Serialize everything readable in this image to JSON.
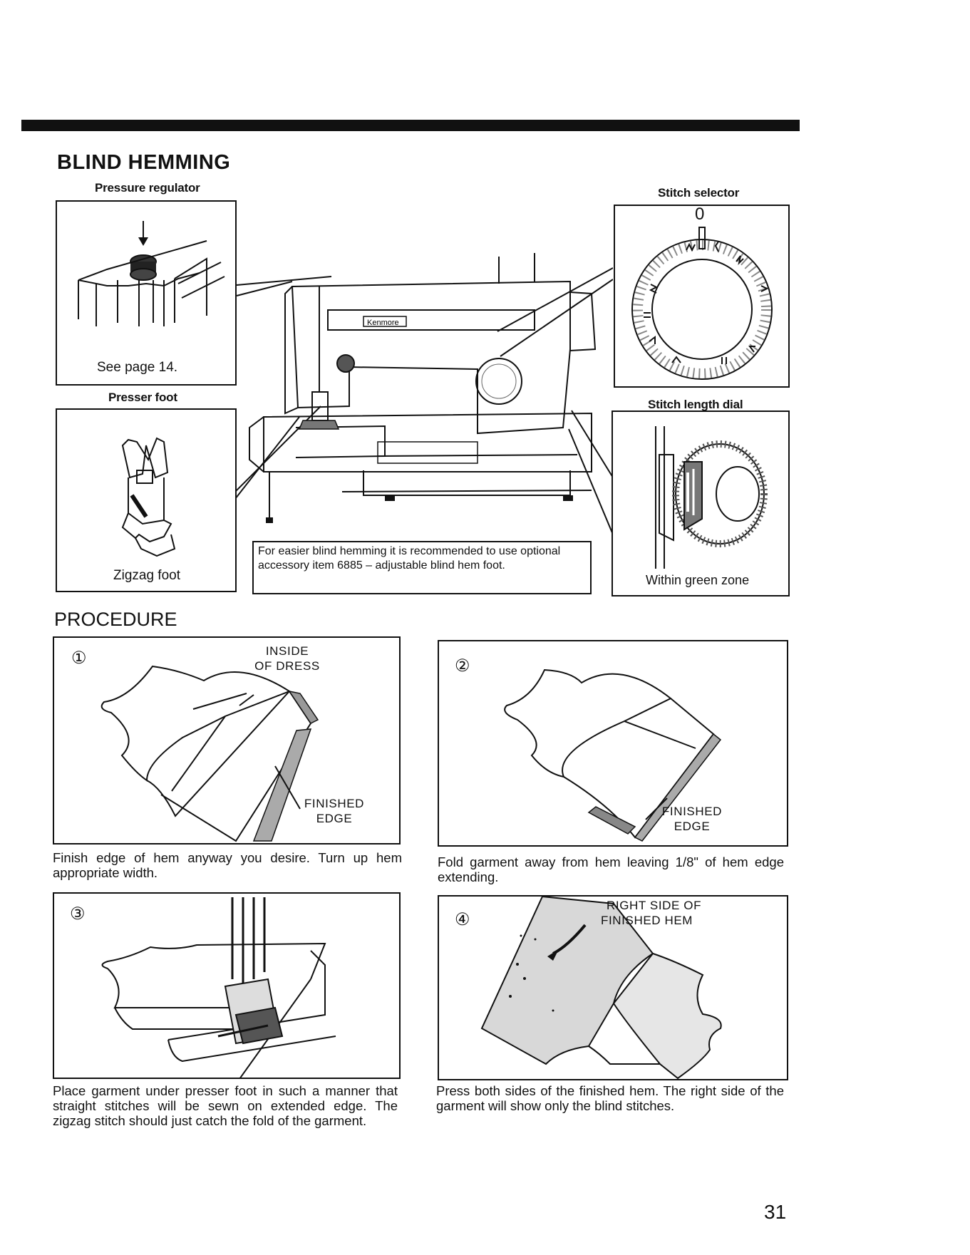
{
  "section": {
    "title": "BLIND HEMMING"
  },
  "machine_diagram": {
    "pressure_regulator": {
      "label": "Pressure regulator",
      "note": "See page 14."
    },
    "presser_foot": {
      "label": "Presser foot",
      "foot_name": "Zigzag foot"
    },
    "stitch_selector": {
      "label": "Stitch selector",
      "marker": "0"
    },
    "stitch_length_dial": {
      "label": "Stitch length dial",
      "note": "Within green zone"
    },
    "brand": "Kenmore",
    "accessory_note": "For easier blind hemming it is recommended to use optional accessory item 6885 – adjustable blind hem foot."
  },
  "procedure": {
    "title": "PROCEDURE",
    "steps": [
      {
        "number": "①",
        "callouts": [
          "INSIDE",
          "OF DRESS",
          "FINISHED",
          "EDGE"
        ],
        "text": "Finish edge of hem anyway you desire. Turn up hem appropriate width."
      },
      {
        "number": "②",
        "callouts": [
          "FINISHED",
          "EDGE"
        ],
        "text": "Fold garment away from hem leaving 1/8\" of hem edge extending."
      },
      {
        "number": "③",
        "callouts": [],
        "text": "Place garment under presser foot in such a manner that straight stitches will be sewn on extended edge. The zigzag stitch should just catch the fold of the garment."
      },
      {
        "number": "④",
        "callouts": [
          "RIGHT SIDE OF",
          "FINISHED HEM"
        ],
        "text": "Press both sides of the finished hem. The right side of the garment will show only the blind stitches."
      }
    ]
  },
  "page_number": "31"
}
